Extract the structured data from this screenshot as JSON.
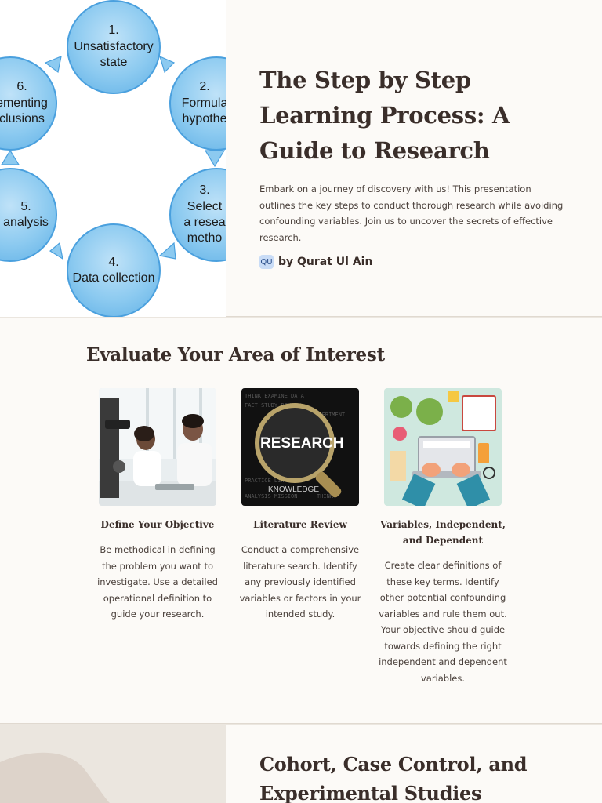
{
  "slide1": {
    "cycle": {
      "steps": [
        {
          "num": "1.",
          "lines": [
            "Unsatisfactory",
            "state"
          ]
        },
        {
          "num": "2.",
          "lines": [
            "Formula",
            "hypothe"
          ]
        },
        {
          "num": "3.",
          "lines": [
            "Select",
            "a resea",
            "metho"
          ]
        },
        {
          "num": "4.",
          "lines": [
            "Data collection"
          ]
        },
        {
          "num": "5.",
          "lines": [
            "analysis"
          ]
        },
        {
          "num": "6.",
          "lines": [
            "ementing",
            "clusions"
          ]
        }
      ]
    },
    "title": "The Step by Step Learning Process: A Guide to Research",
    "description": "Embark on a journey of discovery with us! This presentation outlines the key steps to conduct thorough research while avoiding confounding variables. Join us to uncover the secrets of effective research.",
    "author_initials": "QU",
    "author": "by Qurat Ul Ain"
  },
  "slide2": {
    "title": "Evaluate Your Area of Interest",
    "cards": [
      {
        "title": "Define Your Objective",
        "text": "Be methodical in defining the problem you want to investigate. Use a detailed operational definition to guide your research."
      },
      {
        "title": "Literature Review",
        "text": "Conduct a comprehensive literature search. Identify any previously identified variables or factors in your intended study.",
        "image_word": "RESEARCH",
        "image_word2": "KNOWLEDGE"
      },
      {
        "title": "Variables, Independent, and Dependent",
        "text": "Create clear definitions of these key terms. Identify other potential confounding variables and rule them out. Your objective should guide towards defining the right independent and dependent variables."
      }
    ]
  },
  "slide3": {
    "title": "Cohort, Case Control, and Experimental Studies"
  },
  "colors": {
    "background": "#fcfaf7",
    "text": "#3a2e2a",
    "node_blue": "#8ccaf0"
  }
}
